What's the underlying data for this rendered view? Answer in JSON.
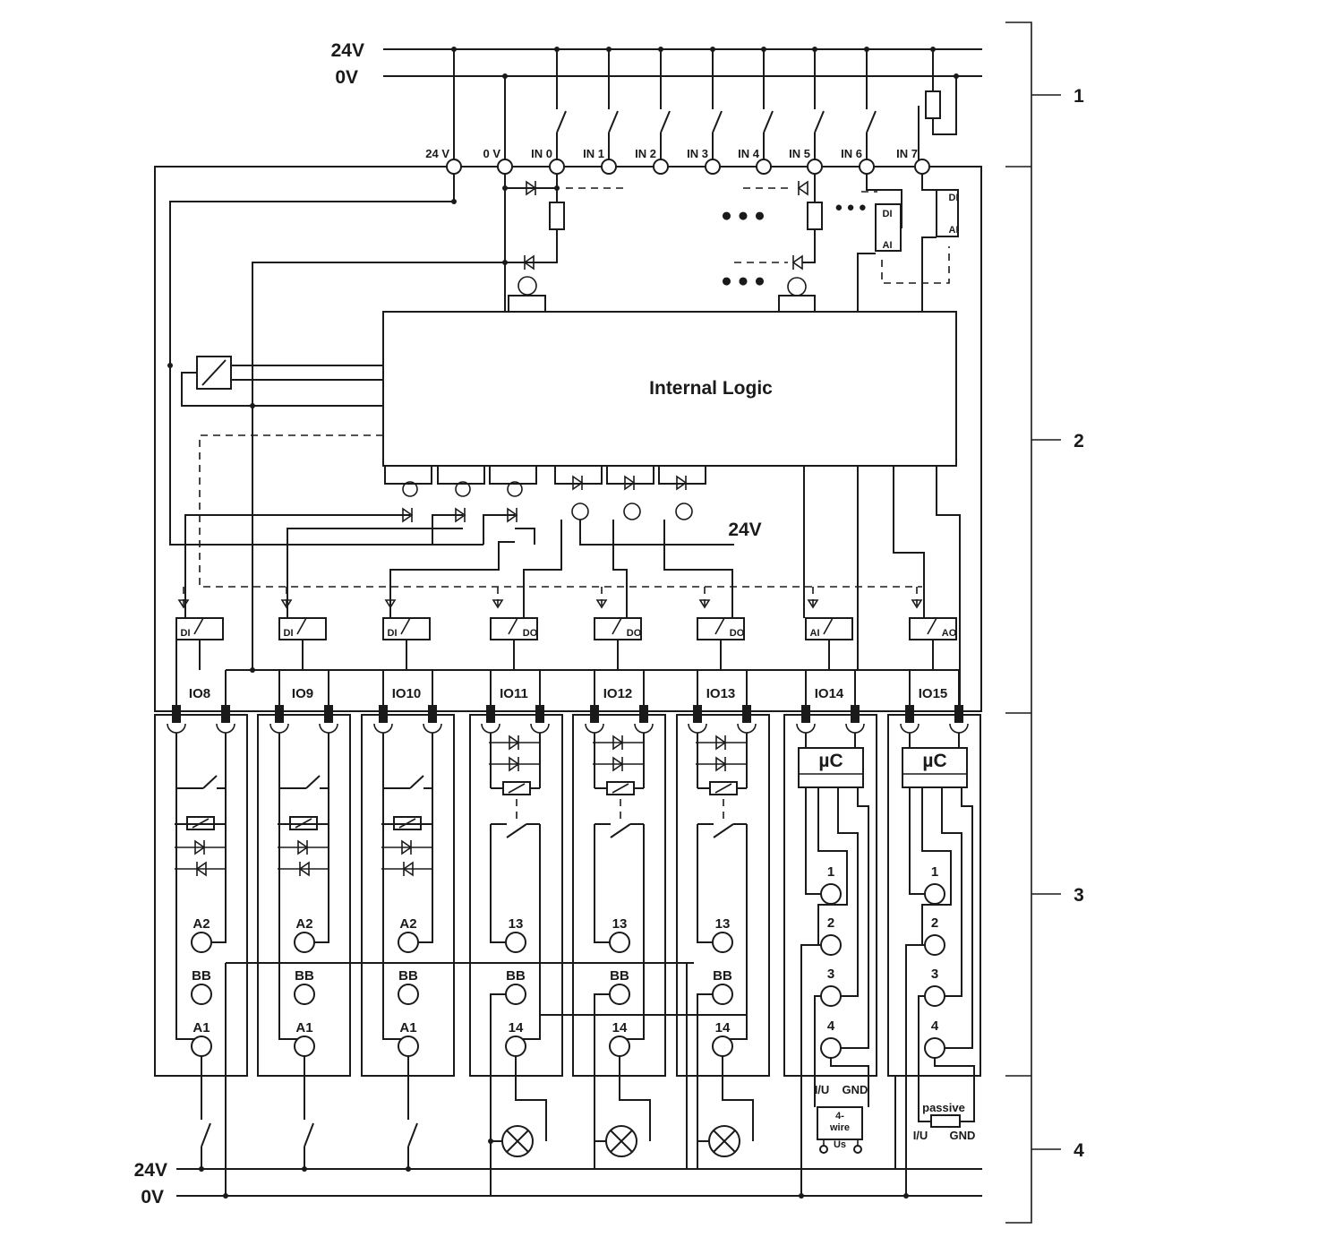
{
  "supply_top": {
    "v24": "24V",
    "v0": "0V"
  },
  "supply_bottom": {
    "v24": "24V",
    "v0": "0V"
  },
  "top_terminals": [
    "24 V",
    "0 V",
    "IN 0",
    "IN 1",
    "IN 2",
    "IN 3",
    "IN 4",
    "IN 5",
    "IN 6",
    "IN 7"
  ],
  "internal_logic": "Internal Logic",
  "internal_24v": "24V",
  "ellipsis": "● ● ●",
  "ellipsis_small": "● ● ●",
  "di_label": "DI",
  "ai_label": "AI",
  "io_channels": [
    {
      "name": "IO8",
      "mode": "DI"
    },
    {
      "name": "IO9",
      "mode": "DI"
    },
    {
      "name": "IO10",
      "mode": "DI"
    },
    {
      "name": "IO11",
      "mode": "DO"
    },
    {
      "name": "IO12",
      "mode": "DO"
    },
    {
      "name": "IO13",
      "mode": "DO"
    },
    {
      "name": "IO14",
      "mode": "AI"
    },
    {
      "name": "IO15",
      "mode": "AO"
    }
  ],
  "relay_in_terminals": [
    "A2",
    "BB",
    "A1"
  ],
  "relay_out_terminals": [
    "13",
    "BB",
    "14"
  ],
  "analog_terminals": [
    "1",
    "2",
    "3",
    "4"
  ],
  "uc_label": "µC",
  "sensor_4wire": {
    "iu": "I/U",
    "gnd": "GND",
    "line1": "4-",
    "line2": "wire",
    "us": "Us"
  },
  "sensor_passive": {
    "title": "passive",
    "iu": "I/U",
    "gnd": "GND"
  },
  "section_labels": [
    "1",
    "2",
    "3",
    "4"
  ]
}
